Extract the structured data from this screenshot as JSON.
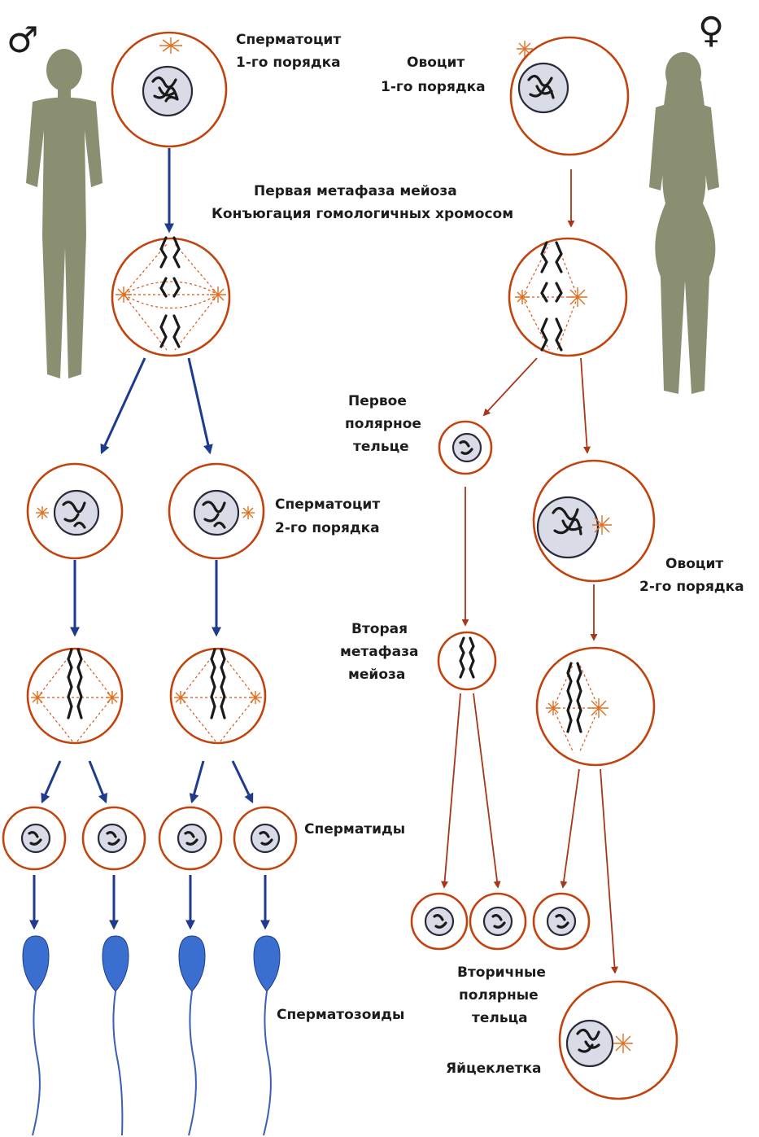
{
  "symbols": {
    "male": "♂",
    "female": "♀"
  },
  "labels": {
    "spermatocyte1": [
      "Сперматоцит",
      "1-го порядка"
    ],
    "oocyte1": [
      "Овоцит",
      "1-го порядка"
    ],
    "metaphase1": [
      "Первая метафаза мейоза",
      "Конъюгация гомологичных хромосом"
    ],
    "first_polar_body": [
      "Первое",
      "полярное",
      "тельце"
    ],
    "spermatocyte2": [
      "Сперматоцит",
      "2-го порядка"
    ],
    "oocyte2": [
      "Овоцит",
      "2-го порядка"
    ],
    "metaphase2": [
      "Вторая",
      "метафаза",
      "мейоза"
    ],
    "spermatids": "Сперматиды",
    "secondary_polar_bodies": [
      "Вторичные",
      "полярные",
      "тельца"
    ],
    "spermatozoa": "Сперматозоиды",
    "egg": "Яйцеклетка"
  },
  "colors": {
    "cell_outline": "#c1440e",
    "male_arrow": "#1f3b8c",
    "female_arrow": "#a83618",
    "centrosome": "#e07020",
    "sperm_head": "#3a6fd0",
    "silhouette": "#8a8f72"
  }
}
